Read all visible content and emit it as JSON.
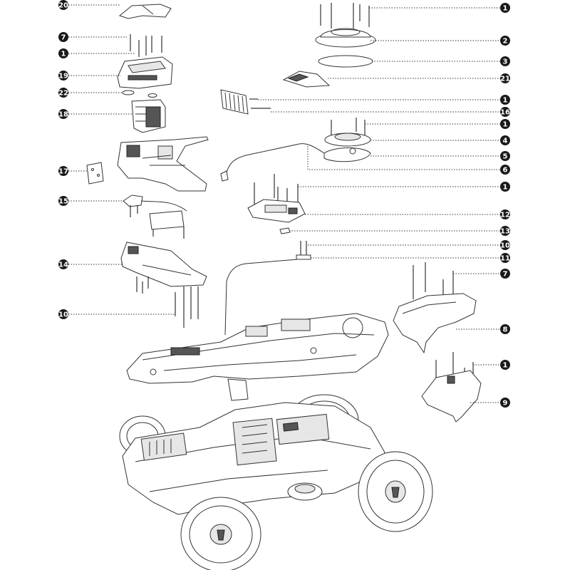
{
  "callouts": [
    {
      "id": "20",
      "label": "20"
    },
    {
      "id": "7a",
      "label": "7"
    },
    {
      "id": "1a",
      "label": "1"
    },
    {
      "id": "19",
      "label": "19"
    },
    {
      "id": "22",
      "label": "22"
    },
    {
      "id": "18",
      "label": "18"
    },
    {
      "id": "17",
      "label": "17"
    },
    {
      "id": "15",
      "label": "15"
    },
    {
      "id": "14",
      "label": "14"
    },
    {
      "id": "10a",
      "label": "10"
    },
    {
      "id": "1b",
      "label": "1"
    },
    {
      "id": "2",
      "label": "2"
    },
    {
      "id": "3",
      "label": "3"
    },
    {
      "id": "21",
      "label": "21"
    },
    {
      "id": "1c",
      "label": "1"
    },
    {
      "id": "16",
      "label": "16"
    },
    {
      "id": "1d",
      "label": "1"
    },
    {
      "id": "4",
      "label": "4"
    },
    {
      "id": "5",
      "label": "5"
    },
    {
      "id": "6",
      "label": "6"
    },
    {
      "id": "1e",
      "label": "1"
    },
    {
      "id": "12",
      "label": "12"
    },
    {
      "id": "13",
      "label": "13"
    },
    {
      "id": "10b",
      "label": "10"
    },
    {
      "id": "11",
      "label": "11"
    },
    {
      "id": "7b",
      "label": "7"
    },
    {
      "id": "8",
      "label": "8"
    },
    {
      "id": "1f",
      "label": "1"
    },
    {
      "id": "9",
      "label": "9"
    }
  ]
}
